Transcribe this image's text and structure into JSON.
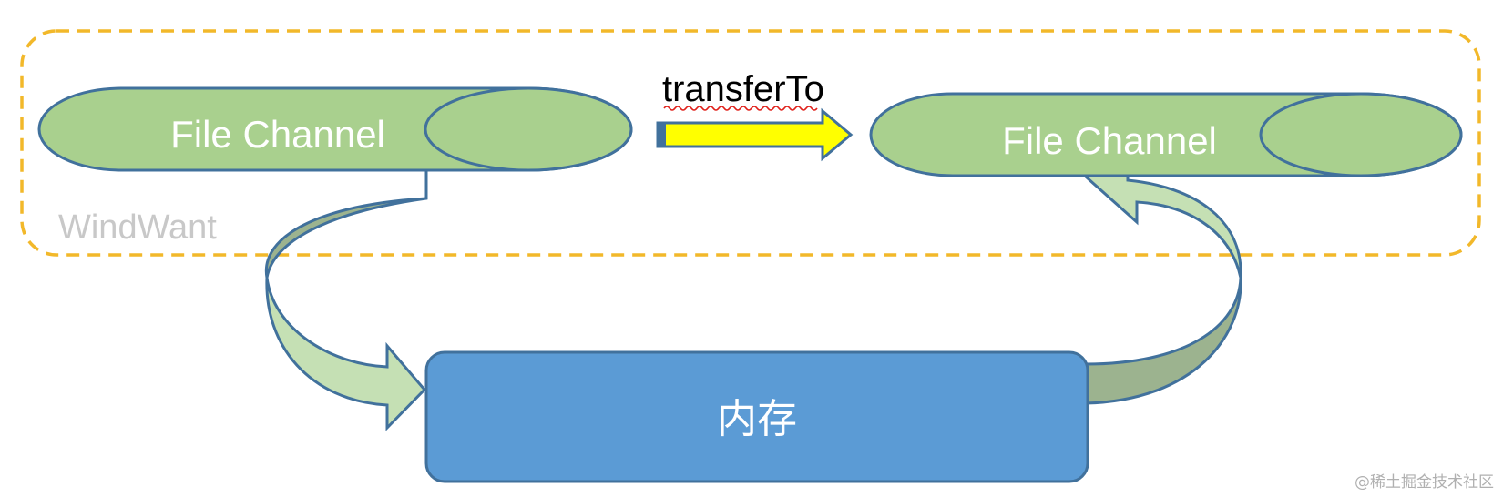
{
  "diagram": {
    "operation_label": "transferTo",
    "source_channel_label": "File Channel",
    "target_channel_label": "File Channel",
    "memory_label": "内存",
    "region_label": "WindWant",
    "watermark": "@稀土掘金技术社区"
  },
  "colors": {
    "channel_fill": "#a9d08e",
    "channel_stroke": "#41719c",
    "memory_fill": "#5b9bd5",
    "region_border": "#f2b82a",
    "arrow_fill": "#ffff00",
    "curve_light": "#c5e0b4",
    "curve_dark": "#9cb38f"
  },
  "icons": {
    "operation_arrow": "right-arrow-icon"
  }
}
